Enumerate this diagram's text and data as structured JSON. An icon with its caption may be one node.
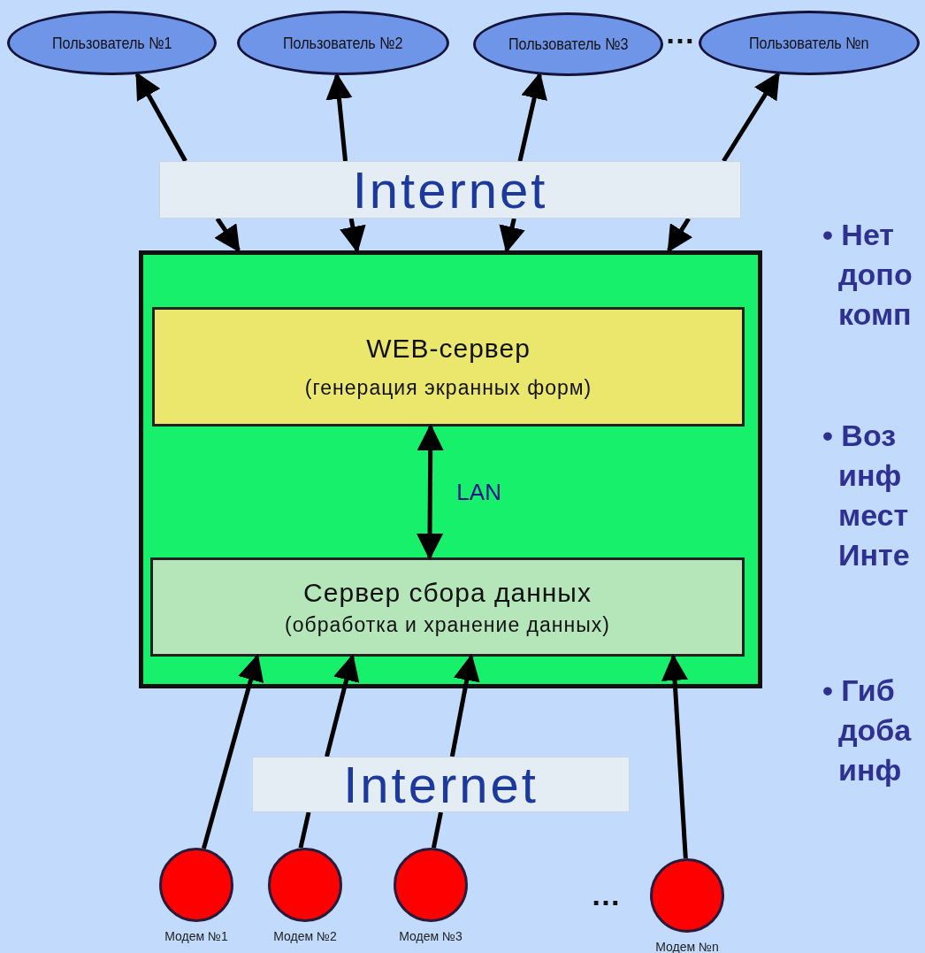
{
  "diagram": {
    "nodes": [
      {
        "text": [
          "Пользователь №1"
        ]
      },
      {
        "text": [
          "Пользователь №2"
        ]
      },
      {
        "text": [
          "Пользователь №3"
        ]
      },
      {
        "text": [
          "Пользователь №n"
        ]
      },
      {
        "text": [
          "Internet"
        ]
      },
      {
        "text": [],
        "shape": "box"
      },
      {
        "text": [
          "WEB-сервер",
          "(генерация экранных форм)"
        ],
        "in": 5
      },
      {
        "text": [
          "Сервер сбора данных",
          "(обработка и хранение данных)"
        ],
        "in": 5
      },
      {
        "text": [
          "Internet"
        ]
      },
      {
        "text": [],
        "shape": "circle",
        "beside": [
          "Модем №1"
        ]
      },
      {
        "text": [],
        "shape": "circle",
        "beside": [
          "Модем №2"
        ]
      },
      {
        "text": [],
        "shape": "circle",
        "beside": [
          "Модем №3"
        ]
      },
      {
        "text": [],
        "shape": "circle",
        "beside": [
          "Модем №n"
        ]
      }
    ],
    "edges": [
      {
        "from": 4,
        "to": 0,
        "arrow": "to"
      },
      {
        "from": 4,
        "to": 5,
        "arrow": "to"
      },
      {
        "from": 4,
        "to": 1,
        "arrow": "to"
      },
      {
        "from": 4,
        "to": 5,
        "arrow": "to"
      },
      {
        "from": 4,
        "to": 2,
        "arrow": "to"
      },
      {
        "from": 4,
        "to": 5,
        "arrow": "to"
      },
      {
        "from": 4,
        "to": 3,
        "arrow": "to"
      },
      {
        "from": 4,
        "to": 5,
        "arrow": "to"
      },
      {
        "from": 6,
        "to": 7,
        "arrow": "both",
        "label": "LAN"
      },
      {
        "from": 9,
        "to": 7,
        "arrow": "to"
      },
      {
        "from": 10,
        "to": 8,
        "arrow": "none"
      },
      {
        "from": 8,
        "to": 7,
        "arrow": "to"
      },
      {
        "from": 11,
        "to": 8,
        "arrow": "none"
      },
      {
        "from": 8,
        "to": 7,
        "arrow": "to"
      },
      {
        "from": 12,
        "to": 7,
        "arrow": "to"
      }
    ],
    "labels": [
      "…",
      "• Нет допо комп",
      "• Воз инф мест Инте",
      "• Гиб доба инф",
      "…"
    ]
  }
}
